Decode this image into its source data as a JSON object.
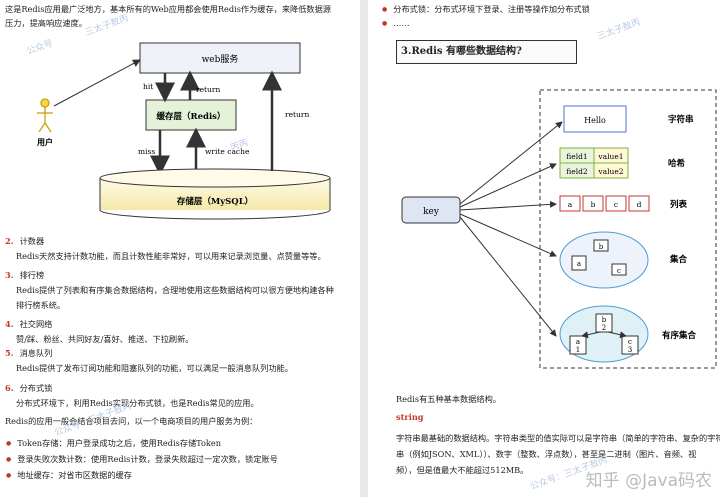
{
  "left": {
    "intro_line1": "这是Redis应用最广泛地方，基本所有的Web应用都会使用Redis作为缓存，来降低数据源",
    "intro_line2": "压力，提高响应速度。",
    "diagram": {
      "web": "web服务",
      "cache": "缓存层（Redis）",
      "storage": "存储层（MySQL）",
      "user": "用户",
      "hit": "hit",
      "return1": "return",
      "return2": "return",
      "miss": "miss",
      "write_cache": "write cache"
    },
    "items": [
      {
        "num": "2.",
        "title": "计数器",
        "desc": [
          "Redis天然支持计数功能，而且计数性能非常好，可以用来记录浏览量、点赞量等等。"
        ]
      },
      {
        "num": "3.",
        "title": "排行榜",
        "desc": [
          "Redis提供了列表和有序集合数据结构，合理地使用这些数据结构可以很方便地构建各种",
          "排行榜系统。"
        ]
      },
      {
        "num": "4.",
        "title": "社交网络",
        "desc": [
          "赞/踩、粉丝、共同好友/喜好、推送、下拉刷新。"
        ]
      },
      {
        "num": "5.",
        "title": "消息队列",
        "desc": [
          "Redis提供了发布订阅功能和阻塞队列的功能，可以满足一般消息队列功能。"
        ]
      },
      {
        "num": "6.",
        "title": "分布式锁",
        "desc": [
          "分布式环境下，利用Redis实现分布式锁，也是Redis常见的应用。"
        ]
      }
    ],
    "summary": "Redis的应用一般会结合项目去问，以一个电商项目的用户服务为例：",
    "bullets": [
      "Token存储：用户登录成功之后，使用Redis存储Token",
      "登录失败次数计数：使用Redis计数，登录失败超过一定次数，锁定账号",
      "地址缓存：对省市区数据的缓存"
    ]
  },
  "right": {
    "top_bullets": [
      "分布式锁：分布式环境下登录、注册等操作加分布式锁",
      "……"
    ],
    "heading": "3.Redis 有哪些数据结构?",
    "diagram": {
      "key": "key",
      "hello": "Hello",
      "string_label": "字符串",
      "hash_label": "哈希",
      "list_label": "列表",
      "set_label": "集合",
      "zset_label": "有序集合",
      "hash_rows": [
        [
          "field1",
          "value1"
        ],
        [
          "field2",
          "value2"
        ]
      ],
      "list_items": [
        "a",
        "b",
        "c",
        "d"
      ],
      "set_items": [
        "b",
        "a",
        "c"
      ],
      "zset_nodes": [
        "b\n2",
        "a\n1",
        "c\n3"
      ]
    },
    "five_types": "Redis有五种基本数据结构。",
    "string_title": "string",
    "para_lines": [
      "字符串最基础的数据结构。字符串类型的值实际可以是字符串（简单的字符串、复杂的字符",
      "串（例如JSON、XML））、数字（整数、浮点数），甚至是二进制（图片、音频、视",
      "频），但是值最大不能超过512MB。"
    ]
  },
  "watermark": {
    "items": [
      "公众号",
      "三太子敖丙",
      "丙丙",
      "公众号：三太子敖丙",
      "三太子敖丙",
      "公众号：三太子敖丙"
    ],
    "zhihu": "知乎 @Java码农"
  },
  "colors": {
    "accent": "#c0392b",
    "node_blue": "#4a76c8",
    "hash_green": "#7cb342",
    "set_blue": "#4aa0d6"
  }
}
